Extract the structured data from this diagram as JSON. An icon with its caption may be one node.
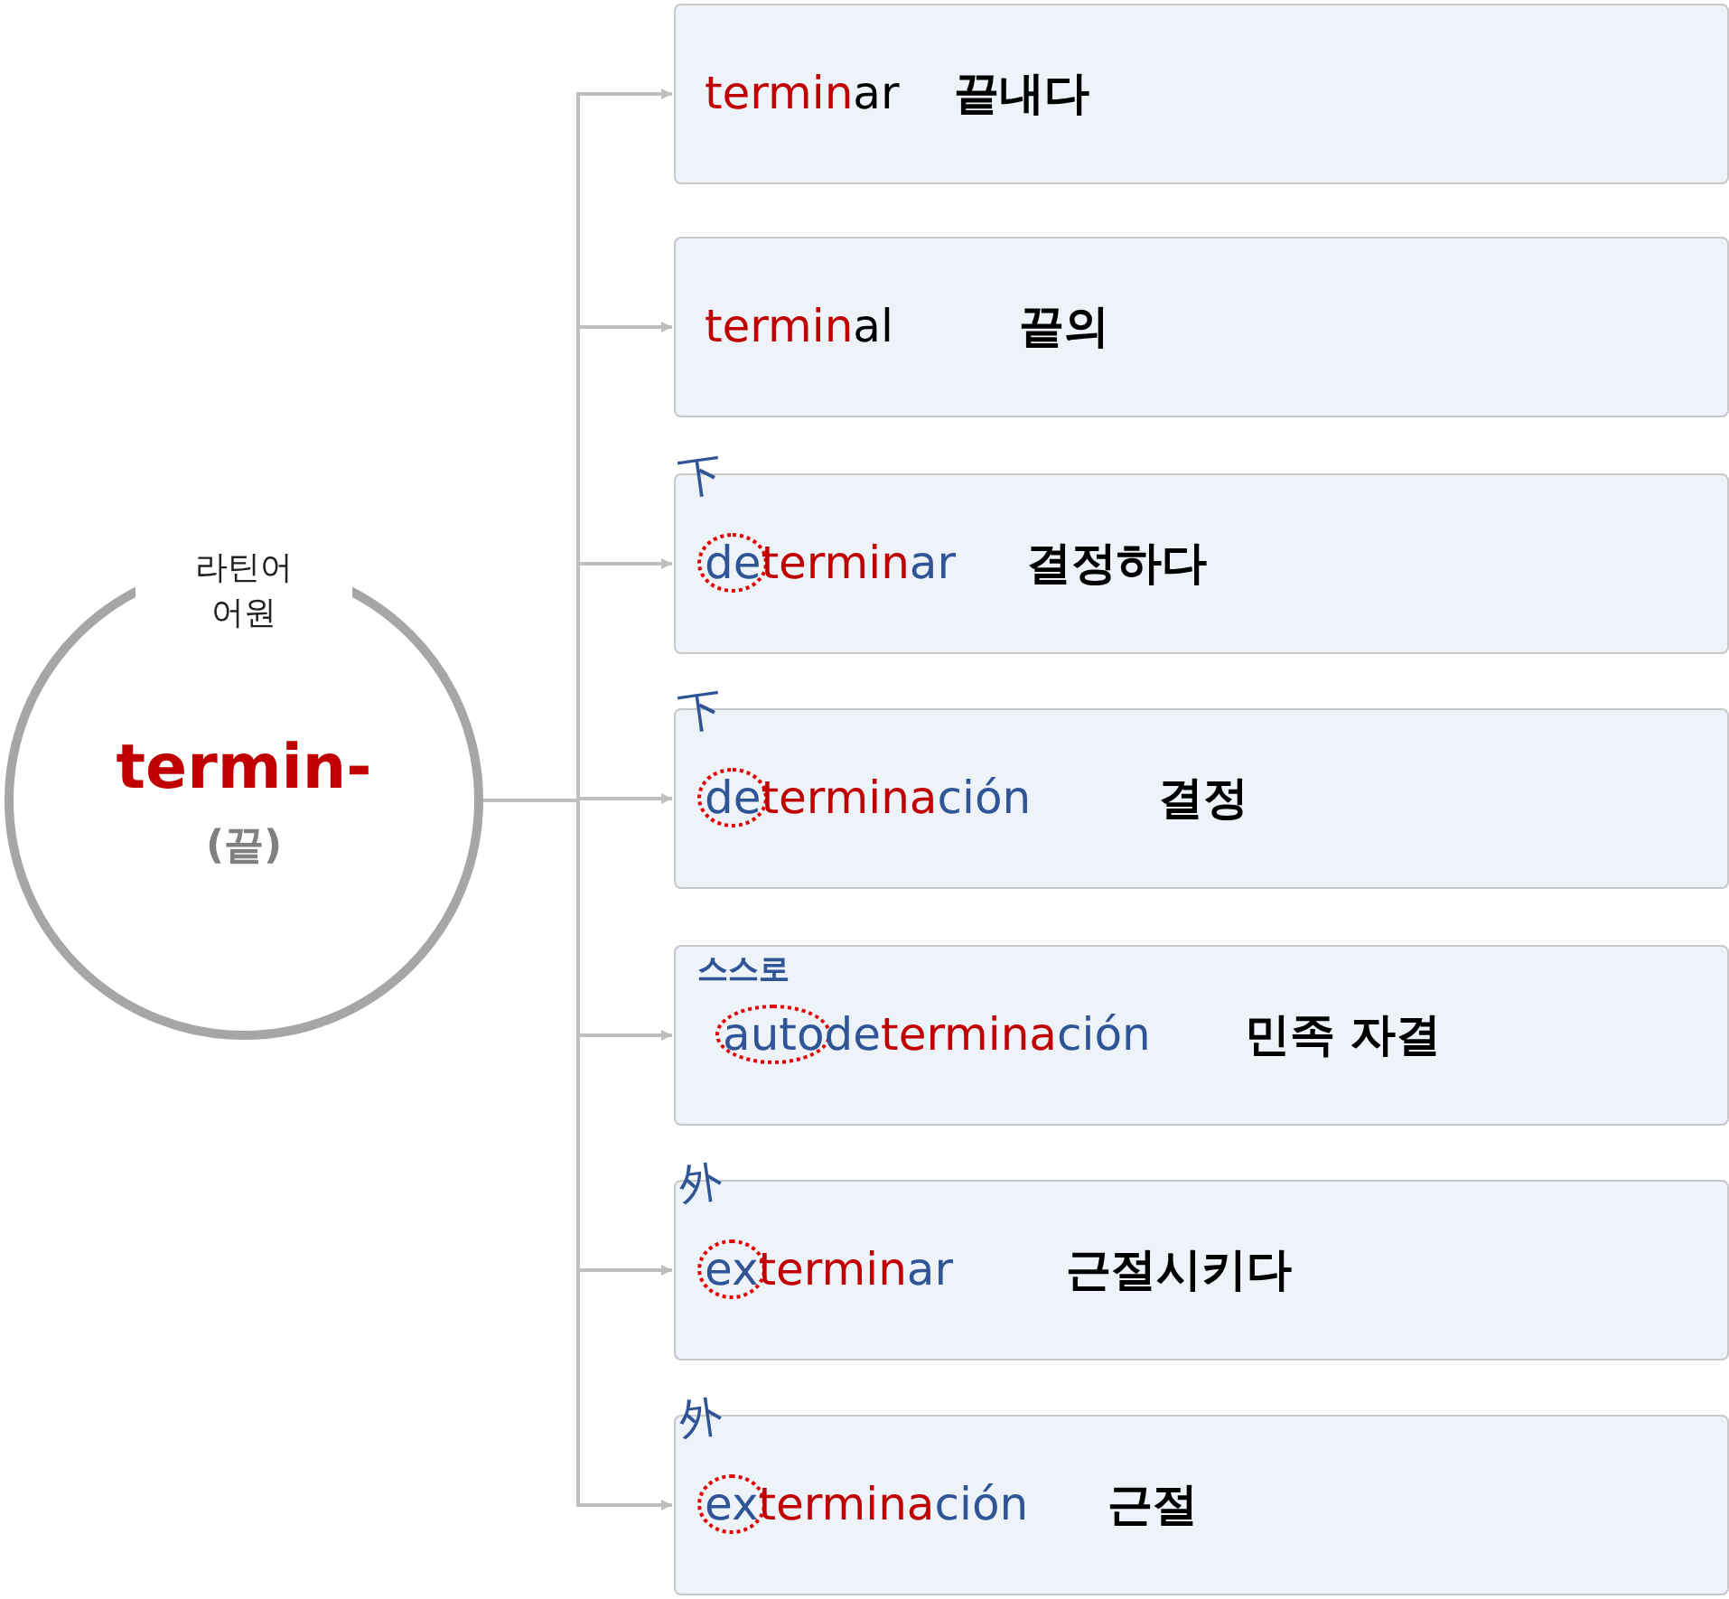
{
  "diagram": {
    "nodes": [
      {
        "text": [
          "라틴어 어원",
          "termin-",
          "(끝)"
        ]
      },
      {
        "text": [
          "terminar",
          "끝내다"
        ]
      },
      {
        "text": [
          "terminal",
          "끝의"
        ]
      },
      {
        "text": [
          "下",
          "determinar",
          "결정하다"
        ]
      },
      {
        "text": [
          "下",
          "determinación",
          "결정"
        ]
      },
      {
        "text": [
          "스스로",
          "autodeterminación",
          "민족 자결"
        ]
      },
      {
        "text": [
          "外",
          "exterminar",
          "근절시키다"
        ]
      },
      {
        "text": [
          "外",
          "exterminación",
          "근절"
        ]
      }
    ],
    "edges": [
      {
        "from": 0,
        "to": 1,
        "arrow": "to"
      },
      {
        "from": 0,
        "to": 2,
        "arrow": "to"
      },
      {
        "from": 0,
        "to": 3,
        "arrow": "to"
      },
      {
        "from": 0,
        "to": 4,
        "arrow": "to"
      },
      {
        "from": 0,
        "to": 5,
        "arrow": "to"
      },
      {
        "from": 0,
        "to": 6,
        "arrow": "to"
      },
      {
        "from": 0,
        "to": 7,
        "arrow": "to"
      }
    ]
  }
}
